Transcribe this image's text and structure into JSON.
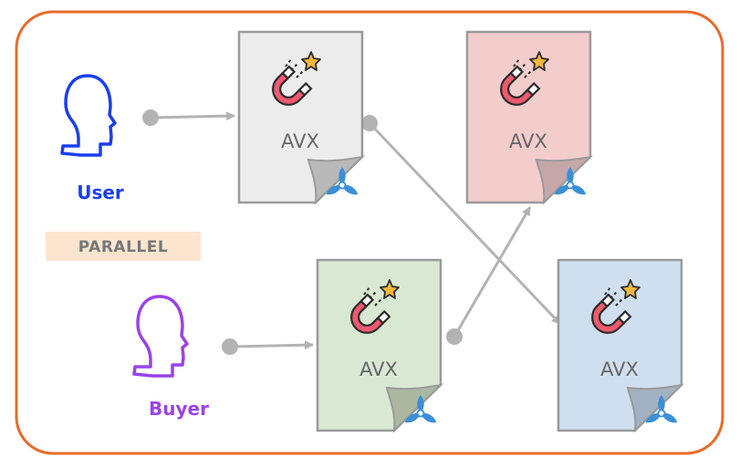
{
  "badge": {
    "label": "PARALLEL",
    "bg_color": "#fbe5cf"
  },
  "frame": {
    "border_color": "#e86b2a"
  },
  "actors": [
    {
      "id": "user",
      "label": "User",
      "color": "#1a3ff0"
    },
    {
      "id": "buyer",
      "label": "Buyer",
      "color": "#9b42e8"
    }
  ],
  "documents": [
    {
      "id": "doc-top-left",
      "label": "AVX",
      "fill": "#ececec",
      "icon": "magnet-icon"
    },
    {
      "id": "doc-top-right",
      "label": "AVX",
      "fill": "#f3cccc",
      "icon": "magnet-icon"
    },
    {
      "id": "doc-bottom-middle",
      "label": "AVX",
      "fill": "#d9e8d2",
      "icon": "magnet-icon"
    },
    {
      "id": "doc-bottom-right",
      "label": "AVX",
      "fill": "#cfdff0",
      "icon": "magnet-icon"
    }
  ],
  "connections": [
    {
      "from": "user",
      "to": "doc-top-left"
    },
    {
      "from": "buyer",
      "to": "doc-bottom-middle"
    },
    {
      "from": "doc-top-left",
      "to": "doc-bottom-right"
    },
    {
      "from": "doc-bottom-middle",
      "to": "doc-top-right"
    }
  ],
  "colors": {
    "arrow": "#b3b3b3",
    "doc_border": "#9a9a9a",
    "magnet": "#ef5a6f",
    "star": "#f5b83d",
    "fan": "#3b8fd6"
  }
}
